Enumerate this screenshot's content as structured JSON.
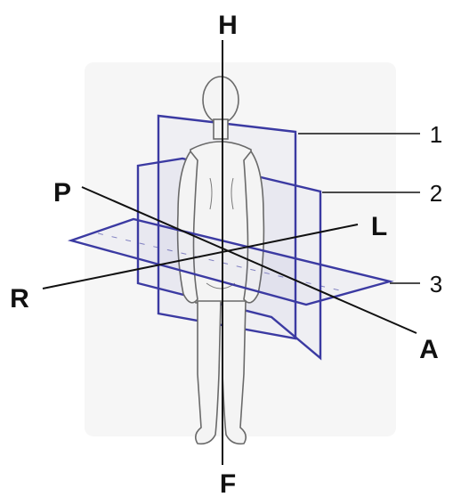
{
  "diagram": {
    "axes": {
      "head": "H",
      "foot": "F",
      "posterior": "P",
      "anterior": "A",
      "left": "L",
      "right": "R"
    },
    "callouts": [
      "1",
      "2",
      "3"
    ],
    "colors": {
      "plane_stroke": "#3b3aa2",
      "lines": "#111111",
      "figure": "#6a6a6a"
    }
  }
}
